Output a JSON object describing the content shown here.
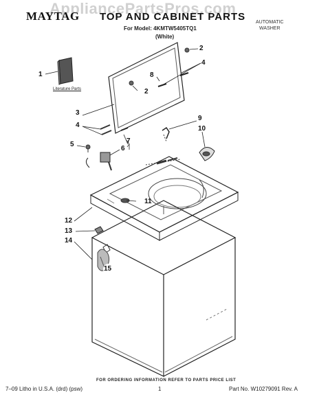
{
  "watermark": "AppliancePartsPros.com",
  "header": {
    "brand": "MAYTAG",
    "title": "TOP AND CABINET PARTS",
    "model_line": "For Model: 4KMTW5405TQ1",
    "color": "(White)",
    "appliance_line1": "AUTOMATIC",
    "appliance_line2": "WASHER"
  },
  "diagram": {
    "literature_label": "Literature Parts",
    "callouts": {
      "c1": "1",
      "c2a": "2",
      "c2b": "2",
      "c3": "3",
      "c4a": "4",
      "c4b": "4",
      "c5": "5",
      "c6": "6",
      "c7": "7",
      "c8": "8",
      "c9": "9",
      "c10": "10",
      "c11": "11",
      "c12": "12",
      "c13": "13",
      "c14": "14",
      "c15": "15"
    }
  },
  "footer": {
    "ordering_note": "FOR ORDERING INFORMATION REFER TO PARTS PRICE LIST",
    "litho": "7–09 Litho in U.S.A. (drd) (psw)",
    "page": "1",
    "part_no": "Part No. W10279091 Rev. A"
  }
}
